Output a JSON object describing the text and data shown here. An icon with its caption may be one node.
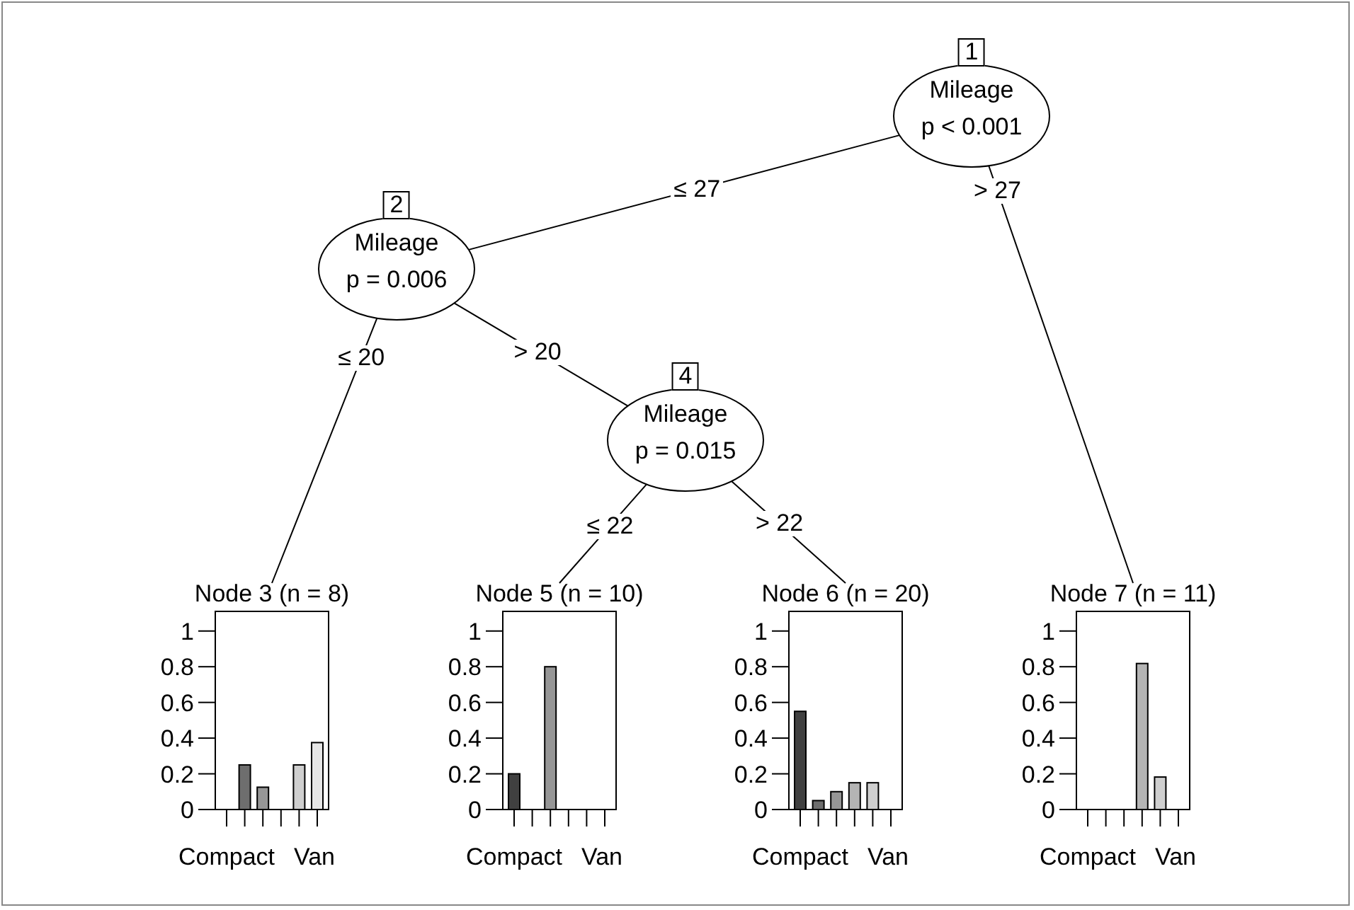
{
  "diagram": {
    "nodes": [
      {
        "text": [
          "1",
          "Mileage",
          "p < 0.001"
        ]
      },
      {
        "text": [
          "2",
          "Mileage",
          "p = 0.006"
        ]
      },
      {
        "text": [
          "Node 3 (n = 8)"
        ]
      },
      {
        "text": [
          "4",
          "Mileage",
          "p = 0.015"
        ]
      },
      {
        "text": [
          "Node 5 (n = 10)"
        ]
      },
      {
        "text": [
          "Node 6 (n = 20)"
        ]
      },
      {
        "text": [
          "Node 7 (n = 11)"
        ]
      }
    ],
    "edges": [
      {
        "from": 0,
        "to": 1,
        "arrow": "none",
        "label": "≤ 27"
      },
      {
        "from": 0,
        "to": 6,
        "arrow": "none",
        "label": "> 27"
      },
      {
        "from": 1,
        "to": 2,
        "arrow": "none",
        "label": "≤ 20"
      },
      {
        "from": 1,
        "to": 3,
        "arrow": "none",
        "label": "> 20"
      },
      {
        "from": 3,
        "to": 4,
        "arrow": "none",
        "label": "≤ 22"
      },
      {
        "from": 3,
        "to": 5,
        "arrow": "none",
        "label": "> 22"
      }
    ],
    "chart_data": [
      {
        "type": "bar",
        "categories": [
          "Compact",
          null,
          null,
          null,
          null,
          "Van"
        ],
        "values": [
          0,
          0.25,
          0.125,
          0,
          0.25,
          0.375
        ],
        "ylim": [
          0,
          1.11
        ],
        "yticks": [
          0,
          0.2,
          0.4,
          0.6,
          0.8,
          1
        ]
      },
      {
        "type": "bar",
        "categories": [
          "Compact",
          null,
          null,
          null,
          null,
          "Van"
        ],
        "values": [
          0.2,
          0,
          0.8,
          0,
          0,
          0
        ],
        "ylim": [
          0,
          1.11
        ],
        "yticks": [
          0,
          0.2,
          0.4,
          0.6,
          0.8,
          1
        ]
      },
      {
        "type": "bar",
        "categories": [
          "Compact",
          null,
          null,
          null,
          null,
          "Van"
        ],
        "values": [
          0.55,
          0.05,
          0.1,
          0.15,
          0.15,
          0
        ],
        "ylim": [
          0,
          1.11
        ],
        "yticks": [
          0,
          0.2,
          0.4,
          0.6,
          0.8,
          1
        ]
      },
      {
        "type": "bar",
        "categories": [
          "Compact",
          null,
          null,
          null,
          null,
          "Van"
        ],
        "values": [
          0,
          0,
          0,
          0.818,
          0.182,
          0
        ],
        "ylim": [
          0,
          1.11
        ],
        "yticks": [
          0,
          0.2,
          0.4,
          0.6,
          0.8,
          1
        ]
      }
    ]
  }
}
